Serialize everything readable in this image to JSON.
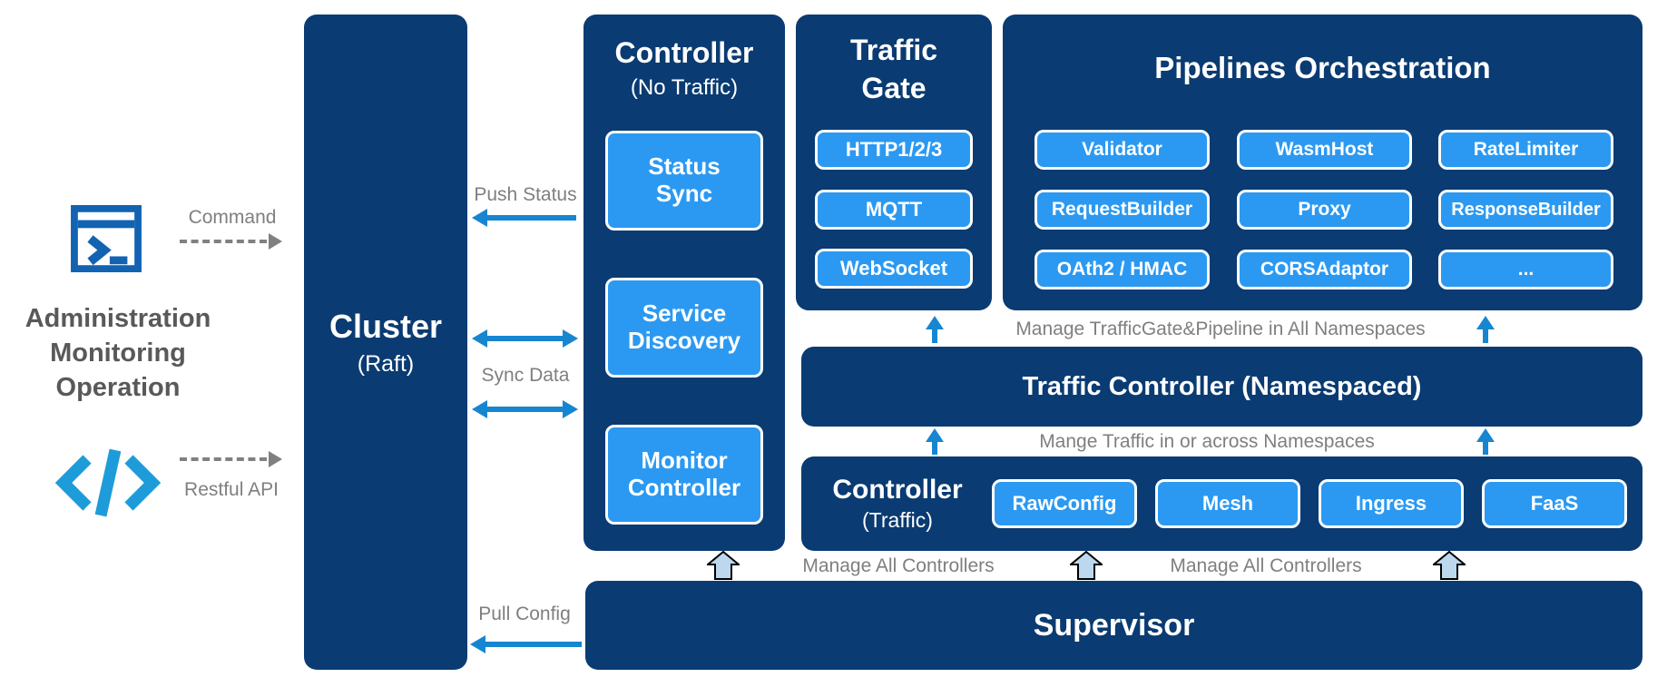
{
  "palette": {
    "navy": "#0A3B72",
    "chip_blue": "#2B99F2",
    "arrow_blue": "#1786D1",
    "gray": "#7F7F7F",
    "admin_text_gray": "#595959",
    "block_arrow_fill": "#BDD7EE",
    "terminal_icon_blue": "#1263B2",
    "code_icon_blue": "#1E9CD9"
  },
  "left_panel": {
    "command_label": "Command",
    "admin_line1": "Administration",
    "admin_line2": "Monitoring",
    "admin_line3": "Operation",
    "restful_api_label": "Restful API",
    "icons": {
      "terminal": "terminal-window-icon",
      "code": "code-brackets-icon"
    }
  },
  "cluster": {
    "title": "Cluster",
    "subtitle": "(Raft)"
  },
  "controller_no_traffic": {
    "title": "Controller",
    "subtitle": "(No Traffic)",
    "items": [
      "Status Sync",
      "Service Discovery",
      "Monitor Controller"
    ]
  },
  "traffic_gate": {
    "title_line1": "Traffic",
    "title_line2": "Gate",
    "items": [
      "HTTP1/2/3",
      "MQTT",
      "WebSocket"
    ]
  },
  "pipelines": {
    "title": "Pipelines Orchestration",
    "items": [
      "Validator",
      "WasmHost",
      "RateLimiter",
      "RequestBuilder",
      "Proxy",
      "ResponseBuilder",
      "OAth2 / HMAC",
      "CORSAdaptor",
      "..."
    ]
  },
  "traffic_controller": {
    "title": "Traffic Controller (Namespaced)"
  },
  "controller_traffic": {
    "title": "Controller",
    "subtitle": "(Traffic)",
    "items": [
      "RawConfig",
      "Mesh",
      "Ingress",
      "FaaS"
    ]
  },
  "supervisor": {
    "title": "Supervisor"
  },
  "edge_labels": {
    "push_status": "Push Status",
    "sync_data": "Sync Data",
    "pull_config": "Pull Config",
    "manage_gate_pipeline": "Manage TrafficGate&Pipeline in All Namespaces",
    "mange_traffic": "Mange Traffic in or across Namespaces",
    "manage_all_controllers": "Manage All Controllers"
  }
}
